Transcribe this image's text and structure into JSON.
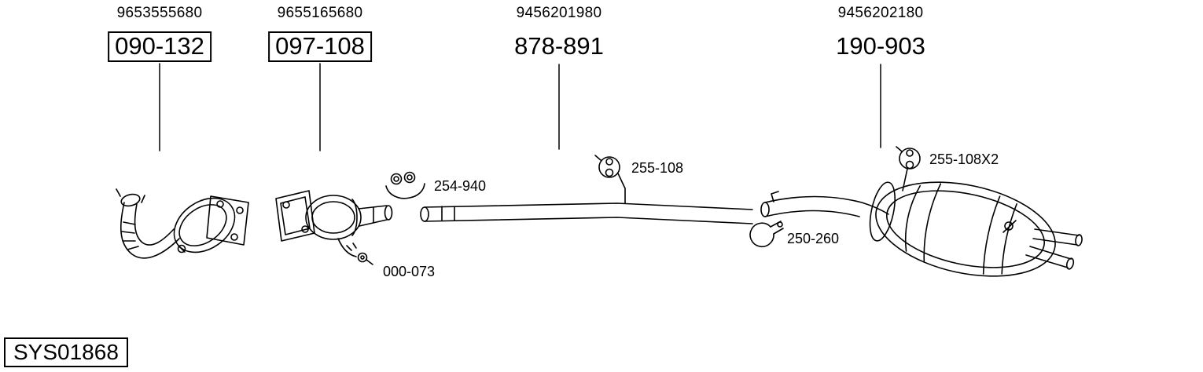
{
  "colors": {
    "line": "#000000",
    "background": "#ffffff"
  },
  "diagram": {
    "system_id": "SYS01868",
    "groups": [
      {
        "oem": "9653555680",
        "part": "090-132"
      },
      {
        "oem": "9655165680",
        "part": "097-108"
      },
      {
        "oem": "9456201980",
        "part": "878-891"
      },
      {
        "oem": "9456202180",
        "part": "190-903"
      }
    ],
    "labels": {
      "clamp_front": "254-940",
      "hanger_mid": "255-108",
      "sensor": "000-073",
      "clamp_rear": "250-260",
      "hanger_rear": "255-108X2"
    }
  }
}
